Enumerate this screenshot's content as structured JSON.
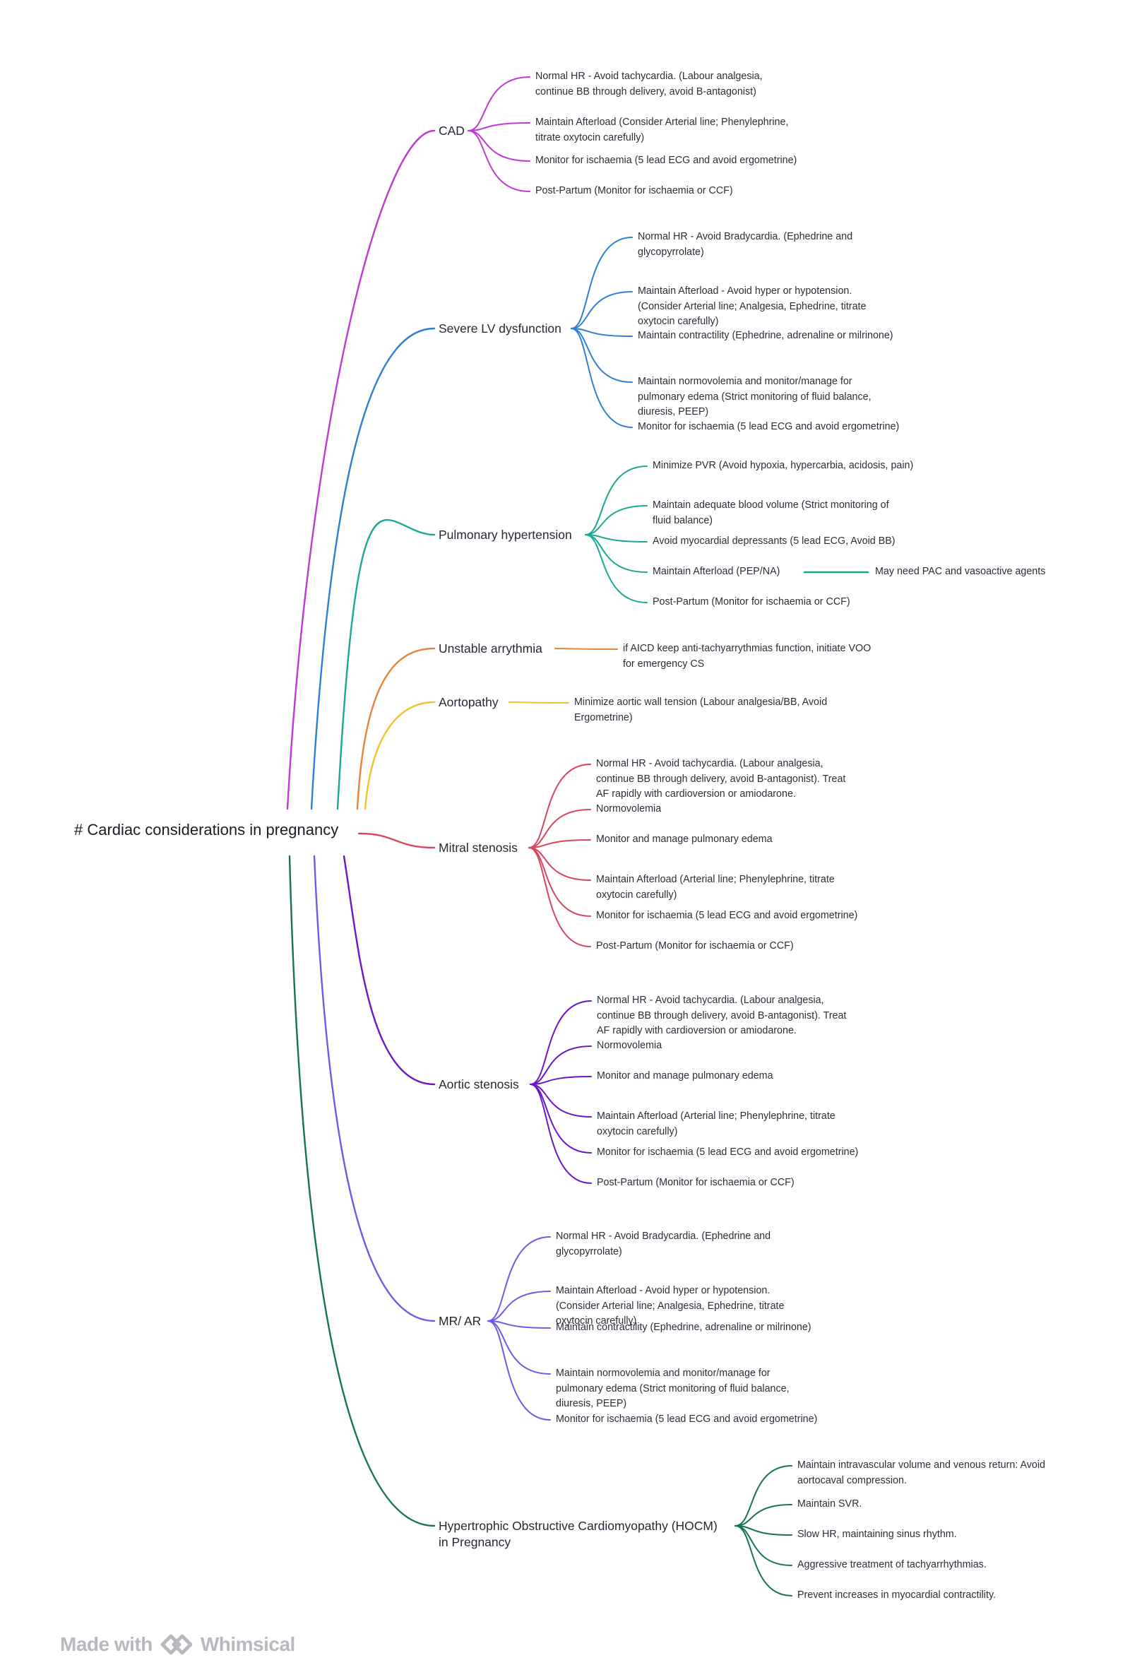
{
  "root": {
    "label": "# Cardiac considerations in pregnancy"
  },
  "branches": [
    {
      "id": "cad",
      "label": "CAD",
      "color": "#c038d6",
      "leaves": [
        {
          "lines": [
            "Normal HR - Avoid tachycardia. (Labour analgesia,",
            "continue BB through delivery, avoid B-antagonist)"
          ]
        },
        {
          "lines": [
            "Maintain Afterload (Consider Arterial line; Phenylephrine,",
            "titrate oxytocin carefully)"
          ]
        },
        {
          "lines": [
            "Monitor for ischaemia (5 lead ECG and avoid ergometrine)"
          ]
        },
        {
          "lines": [
            "Post-Partum (Monitor for ischaemia or CCF)"
          ]
        }
      ]
    },
    {
      "id": "lv",
      "label": "Severe LV dysfunction",
      "color": "#2d7fd4",
      "leaves": [
        {
          "lines": [
            "Normal HR - Avoid Bradycardia. (Ephedrine and",
            "glycopyrrolate)"
          ]
        },
        {
          "lines": [
            "Maintain Afterload - Avoid hyper or hypotension.",
            "(Consider Arterial line; Analgesia, Ephedrine, titrate",
            "oxytocin carefully)"
          ]
        },
        {
          "lines": [
            "Maintain contractility (Ephedrine, adrenaline or milrinone)"
          ]
        },
        {
          "lines": [
            "Maintain normovolemia and monitor/manage for",
            "pulmonary edema (Strict monitoring of fluid balance,",
            "diuresis, PEEP)"
          ]
        },
        {
          "lines": [
            "Monitor for ischaemia (5 lead ECG and avoid ergometrine)"
          ]
        }
      ]
    },
    {
      "id": "ph",
      "label": "Pulmonary hypertension",
      "color": "#1aa894",
      "leaves": [
        {
          "lines": [
            "Minimize PVR (Avoid hypoxia, hypercarbia, acidosis, pain)"
          ]
        },
        {
          "lines": [
            "Maintain adequate blood volume (Strict monitoring of",
            "fluid balance)"
          ]
        },
        {
          "lines": [
            "Avoid myocardial depressants (5 lead ECG, Avoid BB)"
          ]
        },
        {
          "lines": [
            "Maintain Afterload (PEP/NA)"
          ],
          "child": "May need PAC and vasoactive agents"
        },
        {
          "lines": [
            "Post-Partum (Monitor for ischaemia or CCF)"
          ]
        }
      ]
    },
    {
      "id": "ua",
      "label": "Unstable arrythmia",
      "color": "#e8833a",
      "leaves": [
        {
          "lines": [
            "if AICD keep anti-tachyarrythmias function, initiate VOO",
            "for emergency CS"
          ]
        }
      ]
    },
    {
      "id": "ao",
      "label": "Aortopathy",
      "color": "#f2c230",
      "leaves": [
        {
          "lines": [
            "Minimize aortic wall tension (Labour analgesia/BB, Avoid",
            "Ergometrine)"
          ]
        }
      ]
    },
    {
      "id": "ms",
      "label": "Mitral stenosis",
      "color": "#d9455f",
      "leaves": [
        {
          "lines": [
            "Normal HR - Avoid tachycardia. (Labour analgesia,",
            "continue BB through delivery, avoid B-antagonist). Treat",
            "AF rapidly with cardioversion or amiodarone."
          ]
        },
        {
          "lines": [
            "Normovolemia"
          ]
        },
        {
          "lines": [
            "Monitor and manage pulmonary edema"
          ]
        },
        {
          "lines": [
            "Maintain Afterload (Arterial line; Phenylephrine, titrate",
            "oxytocin carefully)"
          ]
        },
        {
          "lines": [
            "Monitor for ischaemia (5 lead ECG and avoid ergometrine)"
          ]
        },
        {
          "lines": [
            "Post-Partum (Monitor for ischaemia or CCF)"
          ]
        }
      ]
    },
    {
      "id": "as",
      "label": "Aortic stenosis",
      "color": "#6a17c7",
      "leaves": [
        {
          "lines": [
            "Normal HR - Avoid tachycardia. (Labour analgesia,",
            "continue BB through delivery, avoid B-antagonist). Treat",
            "AF rapidly with cardioversion or amiodarone."
          ]
        },
        {
          "lines": [
            "Normovolemia"
          ]
        },
        {
          "lines": [
            "Monitor and manage pulmonary edema"
          ]
        },
        {
          "lines": [
            "Maintain Afterload (Arterial line; Phenylephrine, titrate",
            "oxytocin carefully)"
          ]
        },
        {
          "lines": [
            "Monitor for ischaemia (5 lead ECG and avoid ergometrine)"
          ]
        },
        {
          "lines": [
            "Post-Partum (Monitor for ischaemia or CCF)"
          ]
        }
      ]
    },
    {
      "id": "mr",
      "label": "MR/ AR",
      "color": "#6b5ce8",
      "leaves": [
        {
          "lines": [
            "Normal HR - Avoid Bradycardia. (Ephedrine and",
            "glycopyrrolate)"
          ]
        },
        {
          "lines": [
            "Maintain Afterload - Avoid hyper or hypotension.",
            "(Consider Arterial line; Analgesia, Ephedrine, titrate",
            "oxytocin carefully)"
          ]
        },
        {
          "lines": [
            "Maintain contractility (Ephedrine, adrenaline or milrinone)"
          ]
        },
        {
          "lines": [
            "Maintain normovolemia and monitor/manage for",
            "pulmonary edema (Strict monitoring of fluid balance,",
            "diuresis, PEEP)"
          ]
        },
        {
          "lines": [
            "Monitor for ischaemia (5 lead ECG and avoid ergometrine)"
          ]
        }
      ]
    },
    {
      "id": "hocm",
      "label": "Hypertrophic Obstructive Cardiomyopathy (HOCM) in Pregnancy",
      "labelLines": [
        "Hypertrophic Obstructive Cardiomyopathy (HOCM)",
        "in Pregnancy"
      ],
      "color": "#167359",
      "leaves": [
        {
          "lines": [
            "Maintain intravascular volume and venous return: Avoid",
            "aortocaval compression."
          ]
        },
        {
          "lines": [
            "Maintain SVR."
          ]
        },
        {
          "lines": [
            "Slow HR, maintaining sinus rhythm."
          ]
        },
        {
          "lines": [
            "Aggressive treatment of tachyarrhythmias."
          ]
        },
        {
          "lines": [
            "Prevent increases in myocardial contractility."
          ]
        }
      ]
    }
  ],
  "watermark": {
    "made_with": "Made with",
    "brand": "Whimsical"
  }
}
